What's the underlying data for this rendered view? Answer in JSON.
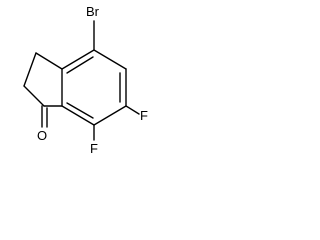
{
  "molecule": {
    "atoms": {
      "br": "Br",
      "f_upper": "F",
      "f_lower": "F",
      "o": "O"
    }
  }
}
